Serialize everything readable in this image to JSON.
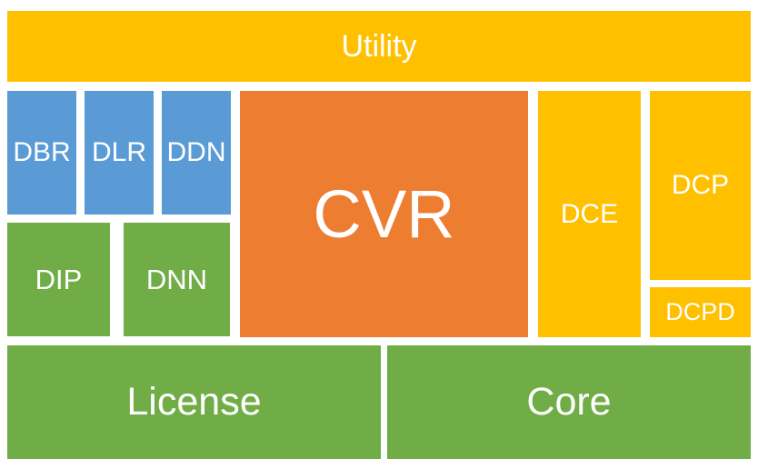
{
  "diagram": {
    "background": "#FFFFFF",
    "text_color": "#FFFFFF",
    "colors": {
      "yellow": "#FFC000",
      "blue": "#5B9BD5",
      "green": "#70AD47",
      "orange": "#ED7D31"
    },
    "blocks": {
      "utility": {
        "label": "Utility",
        "color": "#FFC000"
      },
      "dbr": {
        "label": "DBR",
        "color": "#5B9BD5"
      },
      "dlr": {
        "label": "DLR",
        "color": "#5B9BD5"
      },
      "ddn": {
        "label": "DDN",
        "color": "#5B9BD5"
      },
      "dip": {
        "label": "DIP",
        "color": "#70AD47"
      },
      "dnn": {
        "label": "DNN",
        "color": "#70AD47"
      },
      "cvr": {
        "label": "CVR",
        "color": "#ED7D31"
      },
      "dce": {
        "label": "DCE",
        "color": "#FFC000"
      },
      "dcp": {
        "label": "DCP",
        "color": "#FFC000"
      },
      "dcpd": {
        "label": "DCPD",
        "color": "#FFC000"
      },
      "license": {
        "label": "License",
        "color": "#70AD47"
      },
      "core": {
        "label": "Core",
        "color": "#70AD47"
      }
    }
  }
}
